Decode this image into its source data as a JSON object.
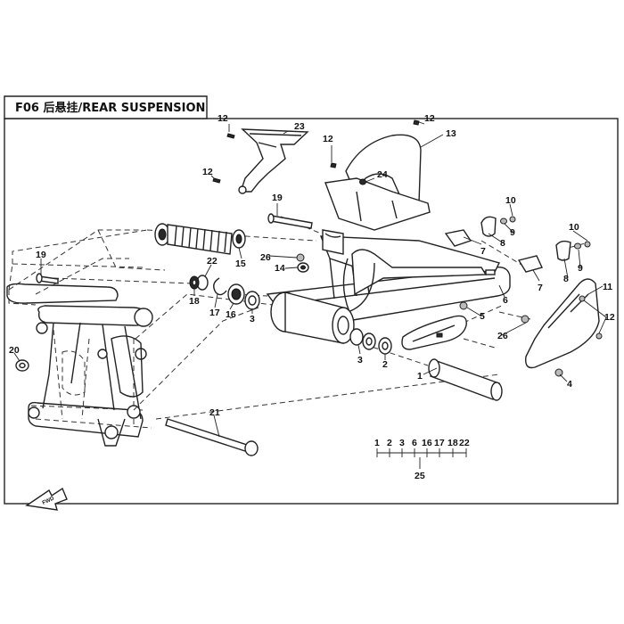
{
  "title": "F06 后悬挂/REAR SUSPENSION",
  "callouts": [
    "1",
    "2",
    "3",
    "4",
    "5",
    "6",
    "7",
    "8",
    "9",
    "10",
    "11",
    "12",
    "13",
    "14",
    "15",
    "16",
    "17",
    "18",
    "19",
    "20",
    "21",
    "22",
    "23",
    "24",
    "25",
    "26"
  ],
  "kit": {
    "members": [
      "1",
      "2",
      "3",
      "6",
      "16",
      "17",
      "18",
      "22"
    ],
    "label": "25"
  },
  "fwd_label": "FWD"
}
